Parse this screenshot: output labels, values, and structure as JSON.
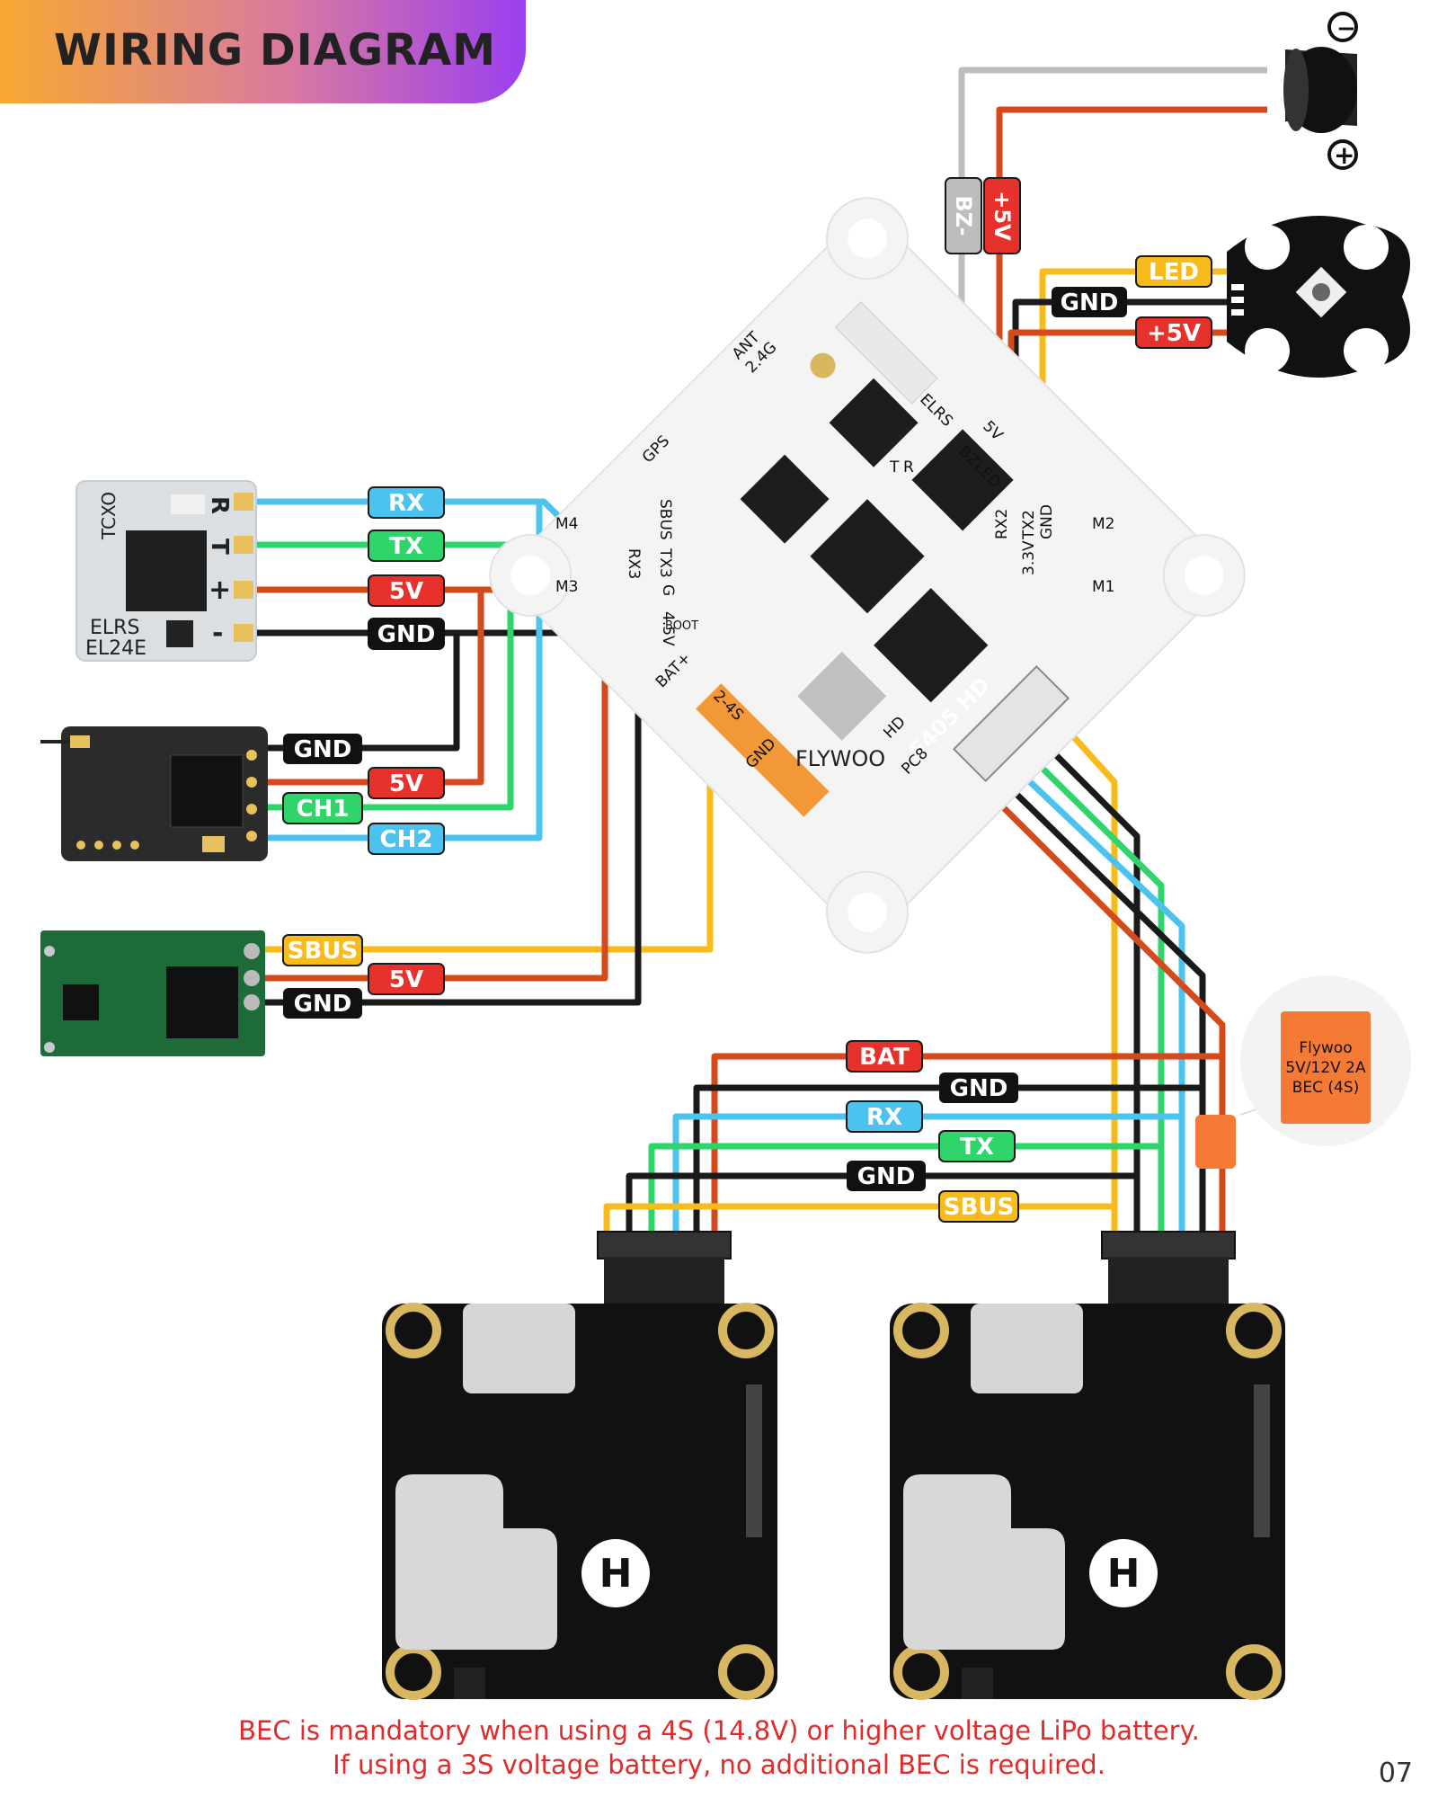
{
  "title": "WIRING DIAGRAM",
  "page_number": "07",
  "note": {
    "line1": "BEC is mandatory when using a 4S (14.8V) or higher voltage LiPo battery.",
    "line2": "If using a 3S voltage battery, no additional BEC is required."
  },
  "bec": {
    "text": "Flywoo\n5V/12V 2A\nBEC (4S)"
  },
  "colors": {
    "blue": "#4cc3ee",
    "green": "#2fd46a",
    "red": "#d44a1c",
    "black": "#1a1a1a",
    "yellow": "#f8bb1c",
    "gray": "#bdbdbd",
    "label_red": "#e6322a"
  },
  "fc": {
    "name": "F405 HD",
    "brand": "FLYWOO",
    "pads": {
      "m1": "M1",
      "m2": "M2",
      "m3": "M3",
      "m4": "M4",
      "gps": "GPS",
      "ant": "ANT",
      "ant_band": "2.4G",
      "bat": "BAT+",
      "gnd": "GND",
      "cells": "2-4S",
      "hd": "HD",
      "pc8": "PC8",
      "rx3": "RX3",
      "tx3": "TX3",
      "sbus": "SBUS",
      "v45": "4.5V",
      "g": "G",
      "rx2": "RX2",
      "tx2": "TX2",
      "v33": "3.3V",
      "gnd2": "GND",
      "led": "LED",
      "bz": "BZ-",
      "v5": "5V",
      "elrs": "ELRS",
      "boot": "BOOT",
      "t": "T",
      "r": "R"
    }
  },
  "elrs_rx": {
    "line1": "ELRS",
    "line2": "EL24E",
    "tcxo": "TCXO",
    "pin_r": "R",
    "pin_t": "T",
    "pin_plus": "+",
    "pin_minus": "-"
  },
  "buzzer": {
    "minus": "−",
    "plus": "+"
  },
  "labels": {
    "rx": "RX",
    "tx": "TX",
    "v5": "5V",
    "gnd": "GND",
    "ch1": "CH1",
    "ch2": "CH2",
    "sbus": "SBUS",
    "bz": "BZ-",
    "p5v": "+5V",
    "led": "LED",
    "bat": "BAT"
  },
  "vtx": {
    "logo": "H"
  }
}
